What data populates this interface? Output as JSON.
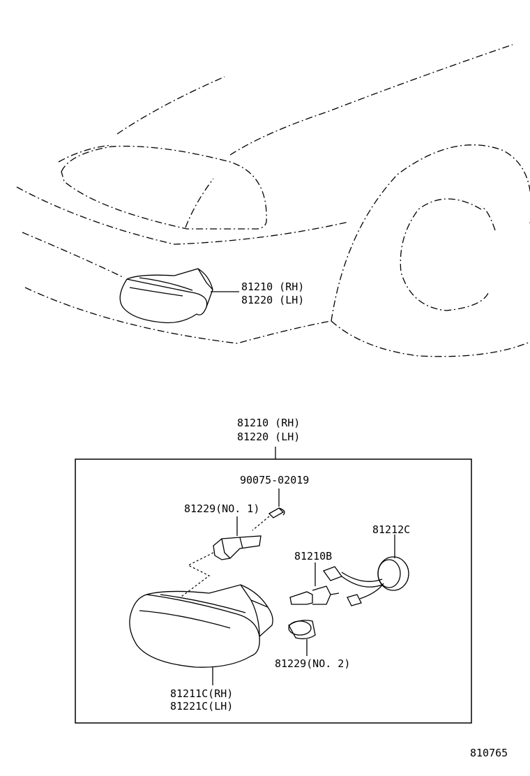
{
  "car_view": {
    "part_rh": "81210 (RH)",
    "part_lh": "81220 (LH)"
  },
  "assembly": {
    "part_rh": "81210 (RH)",
    "part_lh": "81220 (LH)",
    "screw": "90075-02019",
    "bracket": "81229(NO. 1)",
    "bulb": "81210B",
    "socket_wire": "81212C",
    "socket_no2": "81229(NO. 2)",
    "lens_rh": "81211C(RH)",
    "lens_lh": "81221C(LH)"
  },
  "figure_number": "810765"
}
